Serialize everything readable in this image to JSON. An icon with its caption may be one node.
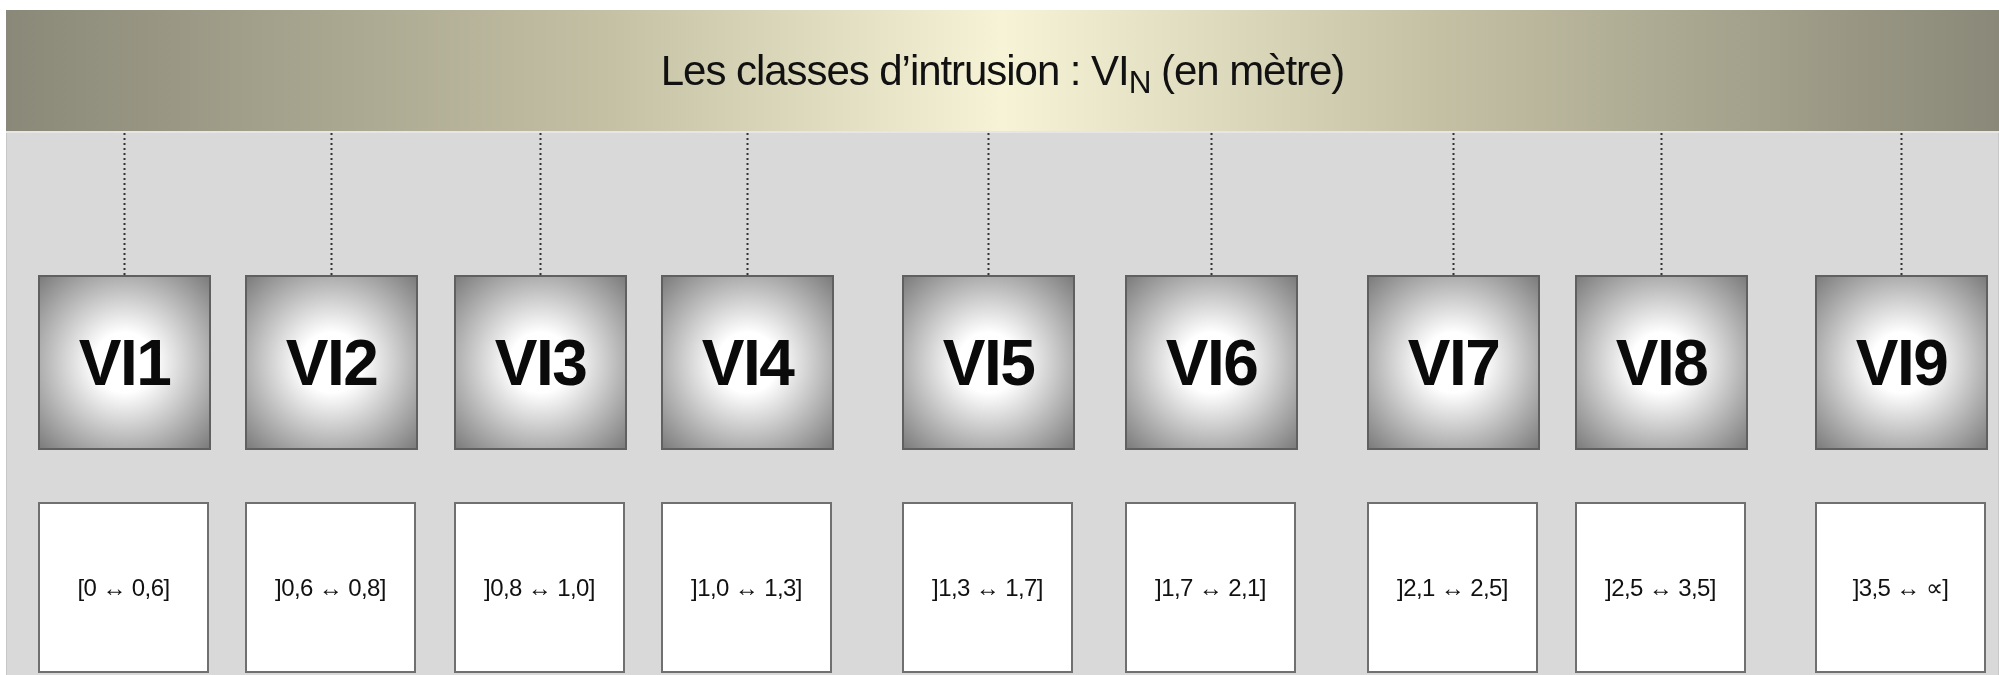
{
  "diagram": {
    "nodes": [
      {
        "text": [
          "Les classes d’intrusion : VI$_{N}$ (en mètre)"
        ]
      },
      {
        "text": [
          "VI1"
        ]
      },
      {
        "text": [
          "VI2"
        ]
      },
      {
        "text": [
          "VI3"
        ]
      },
      {
        "text": [
          "VI4"
        ]
      },
      {
        "text": [
          "VI5"
        ]
      },
      {
        "text": [
          "VI6"
        ]
      },
      {
        "text": [
          "VI7"
        ]
      },
      {
        "text": [
          "VI8"
        ]
      },
      {
        "text": [
          "VI9"
        ]
      },
      {
        "text": [
          "[0 ↔ 0,6]"
        ]
      },
      {
        "text": [
          "]0,6 ↔ 0,8]"
        ]
      },
      {
        "text": [
          "]0,8 ↔ 1,0]"
        ]
      },
      {
        "text": [
          "]1,0 ↔ 1,3]"
        ]
      },
      {
        "text": [
          "]1,3 ↔ 1,7]"
        ]
      },
      {
        "text": [
          "]1,7 ↔ 2,1]"
        ]
      },
      {
        "text": [
          "]2,1 ↔ 2,5]"
        ]
      },
      {
        "text": [
          "]2,5 ↔ 3,5]"
        ]
      },
      {
        "text": [
          "]3,5 ↔ ∝]"
        ]
      }
    ],
    "edges": [
      {
        "from": 0,
        "to": 1,
        "arrow": "none",
        "style": "dashed"
      },
      {
        "from": 0,
        "to": 2,
        "arrow": "none",
        "style": "dashed"
      },
      {
        "from": 0,
        "to": 3,
        "arrow": "none",
        "style": "dashed"
      },
      {
        "from": 0,
        "to": 4,
        "arrow": "none",
        "style": "dashed"
      },
      {
        "from": 0,
        "to": 5,
        "arrow": "none",
        "style": "dashed"
      },
      {
        "from": 0,
        "to": 6,
        "arrow": "none",
        "style": "dashed"
      },
      {
        "from": 0,
        "to": 7,
        "arrow": "none",
        "style": "dashed"
      },
      {
        "from": 0,
        "to": 8,
        "arrow": "none",
        "style": "dashed"
      },
      {
        "from": 0,
        "to": 9,
        "arrow": "none",
        "style": "dashed"
      }
    ]
  }
}
